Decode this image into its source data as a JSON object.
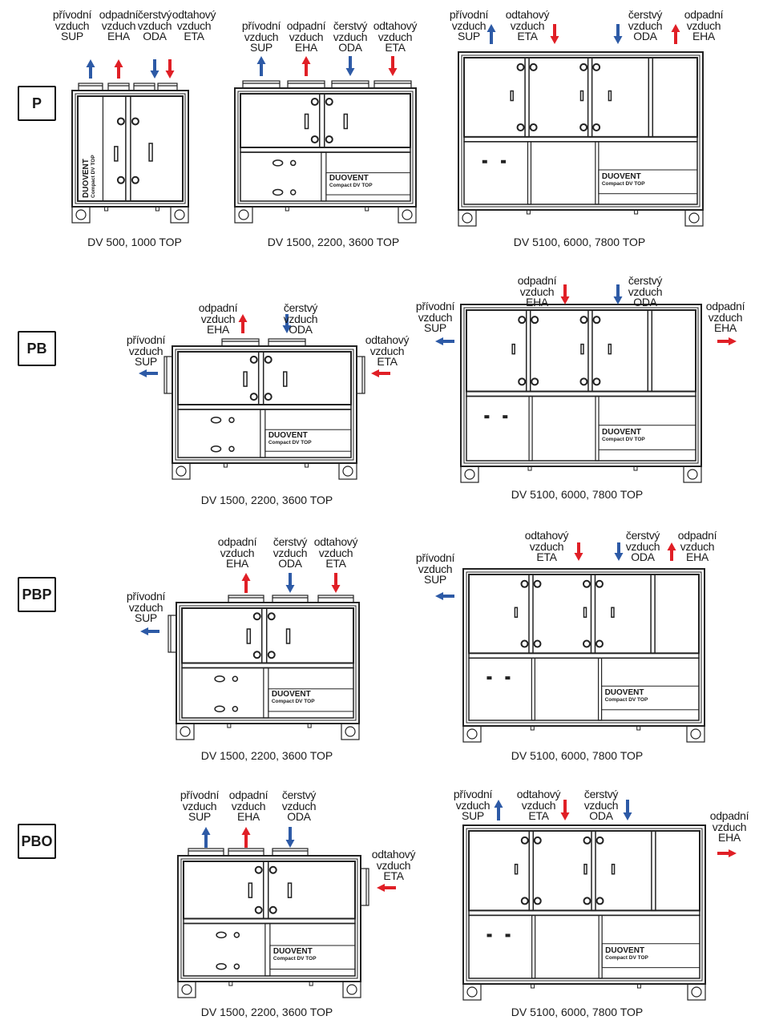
{
  "brand": {
    "name": "DUOVENT",
    "model": "Compact DV TOP"
  },
  "colors": {
    "supply": "#2d5aa6",
    "exhaust": "#e01f26",
    "line": "#222222"
  },
  "air_terms": {
    "SUP": {
      "line1": "přívodní",
      "line2": "vzduch",
      "code": "SUP",
      "color": "supply"
    },
    "EHA": {
      "line1": "odpadní",
      "line2": "vzduch",
      "code": "EHA",
      "color": "exhaust"
    },
    "ODA": {
      "line1": "čerstvý",
      "line2": "vzduch",
      "code": "ODA",
      "color": "supply"
    },
    "ETA": {
      "line1": "odtahový",
      "line2": "vzduch",
      "code": "ETA",
      "color": "exhaust"
    }
  },
  "rows": [
    {
      "code": "P",
      "units": [
        {
          "caption": "DV 500, 1000 TOP",
          "flows": [
            {
              "term": "SUP",
              "dir": "up"
            },
            {
              "term": "EHA",
              "dir": "up"
            },
            {
              "term": "ODA",
              "dir": "down"
            },
            {
              "term": "ETA",
              "dir": "down"
            }
          ]
        },
        {
          "caption": "DV 1500, 2200, 3600 TOP",
          "flows": [
            {
              "term": "SUP",
              "dir": "up"
            },
            {
              "term": "EHA",
              "dir": "up"
            },
            {
              "term": "ODA",
              "dir": "down"
            },
            {
              "term": "ETA",
              "dir": "down"
            }
          ]
        },
        {
          "caption": "DV 5100, 6000, 7800 TOP",
          "flows": [
            {
              "term": "SUP",
              "dir": "up"
            },
            {
              "term": "ETA",
              "dir": "down"
            },
            {
              "term": "ODA",
              "dir": "down"
            },
            {
              "term": "EHA",
              "dir": "up"
            }
          ]
        }
      ]
    },
    {
      "code": "PB",
      "units": [
        {
          "caption": "DV 1500, 2200, 3600 TOP",
          "flows": [
            {
              "term": "SUP",
              "dir": "left"
            },
            {
              "term": "EHA",
              "dir": "up"
            },
            {
              "term": "ODA",
              "dir": "down"
            },
            {
              "term": "ETA",
              "dir": "left"
            }
          ]
        },
        {
          "caption": "DV 5100, 6000, 7800 TOP",
          "flows": [
            {
              "term": "SUP",
              "dir": "left"
            },
            {
              "term": "EHA",
              "dir": "down"
            },
            {
              "term": "ODA",
              "dir": "down"
            },
            {
              "term": "EHA",
              "dir": "right"
            }
          ]
        }
      ]
    },
    {
      "code": "PBP",
      "units": [
        {
          "caption": "DV 1500, 2200, 3600 TOP",
          "flows": [
            {
              "term": "SUP",
              "dir": "left"
            },
            {
              "term": "EHA",
              "dir": "up"
            },
            {
              "term": "ODA",
              "dir": "down"
            },
            {
              "term": "ETA",
              "dir": "down"
            }
          ]
        },
        {
          "caption": "DV 5100, 6000, 7800 TOP",
          "flows": [
            {
              "term": "SUP",
              "dir": "left"
            },
            {
              "term": "ETA",
              "dir": "down"
            },
            {
              "term": "ODA",
              "dir": "down"
            },
            {
              "term": "EHA",
              "dir": "up"
            }
          ]
        }
      ]
    },
    {
      "code": "PBO",
      "units": [
        {
          "caption": "DV 1500, 2200, 3600 TOP",
          "flows": [
            {
              "term": "SUP",
              "dir": "up"
            },
            {
              "term": "EHA",
              "dir": "up"
            },
            {
              "term": "ODA",
              "dir": "down"
            },
            {
              "term": "ETA",
              "dir": "left"
            }
          ]
        },
        {
          "caption": "DV 5100, 6000, 7800 TOP",
          "flows": [
            {
              "term": "SUP",
              "dir": "up"
            },
            {
              "term": "ETA",
              "dir": "down"
            },
            {
              "term": "ODA",
              "dir": "down"
            },
            {
              "term": "EHA",
              "dir": "right"
            }
          ]
        }
      ]
    }
  ]
}
